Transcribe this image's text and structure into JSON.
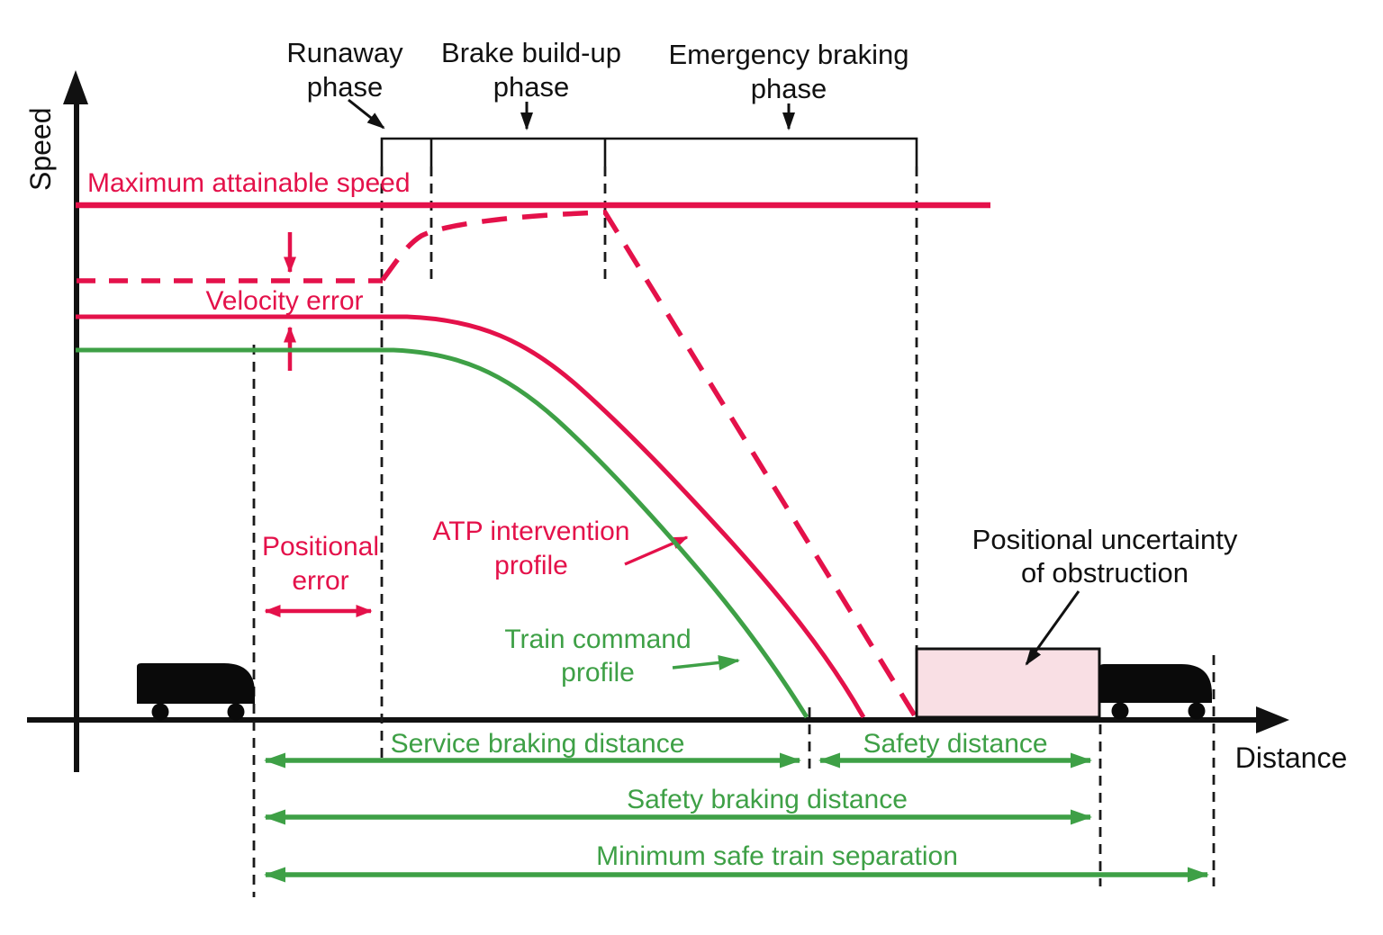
{
  "colors": {
    "accent_red": "#E4114A",
    "accent_green": "#3EA046",
    "ink_black": "#111111",
    "obstruction_fill": "#F9DFE4"
  },
  "axis": {
    "y": "Speed",
    "x": "Distance"
  },
  "phase_labels": {
    "runaway": [
      "Runaway",
      "phase"
    ],
    "brake_buildup": [
      "Brake build-up",
      "phase"
    ],
    "emergency": [
      "Emergency braking",
      "phase"
    ]
  },
  "speed_annotations": {
    "max_speed": "Maximum attainable speed",
    "velocity_error": "Velocity error"
  },
  "error_annotations": {
    "positional_error": [
      "Positional",
      "error"
    ]
  },
  "profiles": {
    "atp": [
      "ATP intervention",
      "profile"
    ],
    "train_command": [
      "Train command",
      "profile"
    ]
  },
  "obstruction": {
    "label": [
      "Positional uncertainty",
      "of obstruction"
    ]
  },
  "distance_labels": {
    "service": "Service braking distance",
    "safety": "Safety distance",
    "safety_braking": "Safety braking distance",
    "min_separation": "Minimum safe train separation"
  }
}
